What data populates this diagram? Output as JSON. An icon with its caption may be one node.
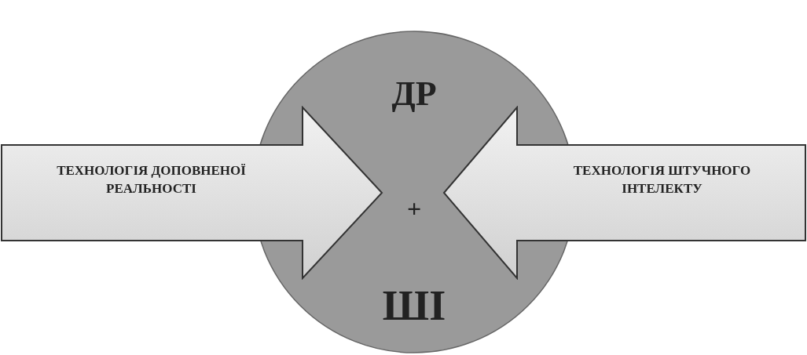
{
  "diagram": {
    "nodes": [
      {
        "text": [
          "ДР",
          "+",
          "ШІ"
        ]
      },
      {
        "text": [
          "ТЕХНОЛОГІЯ ДОПОВНЕНОЇ РЕАЛЬНОСТІ"
        ]
      },
      {
        "text": [
          "ТЕХНОЛОГІЯ ШТУЧНОГО ІНТЕЛЕКТУ"
        ]
      }
    ]
  }
}
